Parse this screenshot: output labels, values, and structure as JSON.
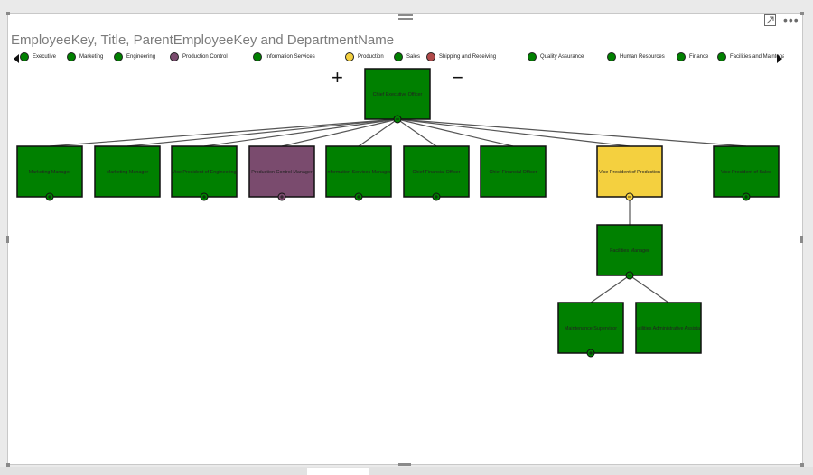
{
  "visual": {
    "title": "EmployeeKey, Title, ParentEmployeeKey and DepartmentName"
  },
  "zoom": {
    "in_label": "+",
    "out_label": "−"
  },
  "legend": [
    {
      "label": "Executive",
      "color": "#008000"
    },
    {
      "label": "Marketing",
      "color": "#008000"
    },
    {
      "label": "Engineering",
      "color": "#008000"
    },
    {
      "label": "Production Control",
      "color": "#7a4b6e"
    },
    {
      "label": "Information Services",
      "color": "#008000"
    },
    {
      "label": "Production",
      "color": "#f4d03f"
    },
    {
      "label": "Sales",
      "color": "#008000"
    },
    {
      "label": "Shipping and Receiving",
      "color": "#b04a4a"
    },
    {
      "label": "Quality Assurance",
      "color": "#008000"
    },
    {
      "label": "Human Resources",
      "color": "#008000"
    },
    {
      "label": "Finance",
      "color": "#008000"
    },
    {
      "label": "Facilities and Maintenance",
      "color": "#008000"
    }
  ],
  "nodes": [
    {
      "id": "ceo",
      "title": "Chief Executive Officer",
      "department": "Executive",
      "color": "#008000",
      "parent": null,
      "toggle": "collapse"
    },
    {
      "id": "mm1",
      "title": "Marketing Manager",
      "department": "Marketing",
      "color": "#008000",
      "parent": "ceo",
      "toggle": "expand"
    },
    {
      "id": "mm2",
      "title": "Marketing Manager",
      "department": "Marketing",
      "color": "#008000",
      "parent": "ceo",
      "toggle": "none"
    },
    {
      "id": "vpe",
      "title": "Vice President of Engineering",
      "department": "Engineering",
      "color": "#008000",
      "parent": "ceo",
      "toggle": "expand"
    },
    {
      "id": "pcm",
      "title": "Production Control Manager",
      "department": "Production Control",
      "color": "#7a4b6e",
      "parent": "ceo",
      "toggle": "expand"
    },
    {
      "id": "ism",
      "title": "Information Services Manager",
      "department": "Information Services",
      "color": "#008000",
      "parent": "ceo",
      "toggle": "expand"
    },
    {
      "id": "cfo1",
      "title": "Chief Financial Officer",
      "department": "Finance",
      "color": "#008000",
      "parent": "ceo",
      "toggle": "expand"
    },
    {
      "id": "cfo2",
      "title": "Chief Financial Officer",
      "department": "Finance",
      "color": "#008000",
      "parent": "ceo",
      "toggle": "none"
    },
    {
      "id": "vpp",
      "title": "Vice President of Production",
      "department": "Production",
      "color": "#f4d03f",
      "parent": "ceo",
      "toggle": "collapse"
    },
    {
      "id": "vps",
      "title": "Vice President of Sales",
      "department": "Sales",
      "color": "#008000",
      "parent": "ceo",
      "toggle": "expand"
    },
    {
      "id": "fm",
      "title": "Facilities Manager",
      "department": "Facilities and Maintenance",
      "color": "#008000",
      "parent": "vpp",
      "toggle": "collapse"
    },
    {
      "id": "ms",
      "title": "Maintenance Supervisor",
      "department": "Facilities and Maintenance",
      "color": "#008000",
      "parent": "fm",
      "toggle": "expand"
    },
    {
      "id": "faa",
      "title": "Facilities Administrative Assistant",
      "department": "Facilities and Maintenance",
      "color": "#008000",
      "parent": "fm",
      "toggle": "none"
    }
  ]
}
